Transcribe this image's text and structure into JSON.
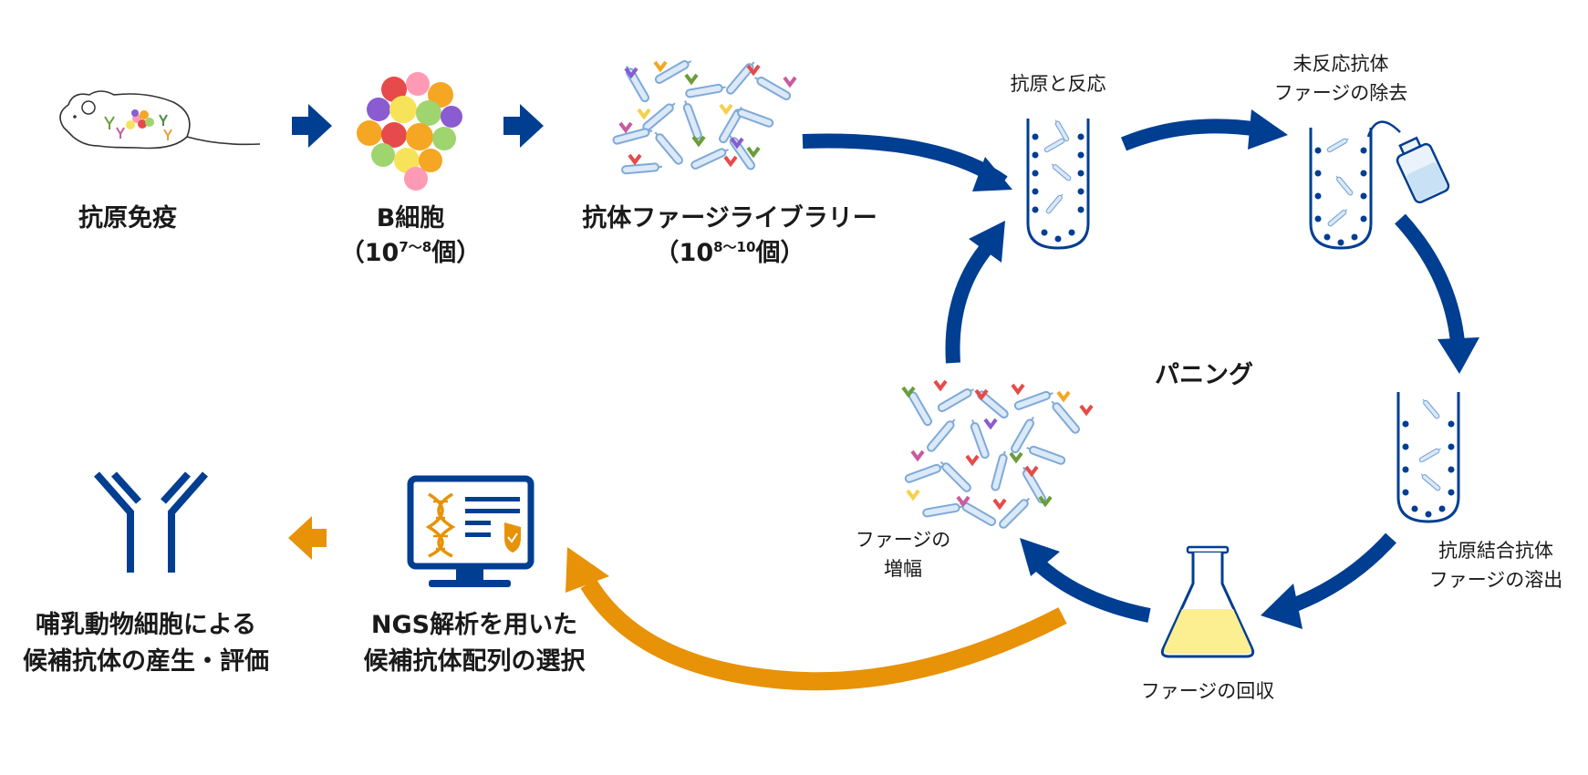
{
  "colors": {
    "navy": "#003e92",
    "orange": "#e79207",
    "text": "#1a1a1a",
    "liquid": "#fbef91"
  },
  "icons": [
    "mouse-icon",
    "b-cell-cluster-icon",
    "phage-library-icon",
    "test-tube-icon",
    "wash-bottle-icon",
    "flask-icon",
    "dna-monitor-icon",
    "antibody-icon"
  ],
  "steps": {
    "immunization": {
      "label": "抗原免疫"
    },
    "bcell": {
      "label": "B細胞",
      "count_prefix": "（10",
      "count_exp": "7〜8",
      "count_suffix": "個）"
    },
    "library": {
      "label": "抗体ファージライブラリー",
      "count_prefix": "（10",
      "count_exp": "8〜10",
      "count_suffix": "個）"
    },
    "reaction": {
      "label": "抗原と反応"
    },
    "wash": {
      "line1": "未反応抗体",
      "line2": "ファージの除去"
    },
    "elution": {
      "line1": "抗原結合抗体",
      "line2": "ファージの溶出"
    },
    "recovery": {
      "label": "ファージの回収"
    },
    "amplification": {
      "line1": "ファージの",
      "line2": "増幅"
    },
    "panning": {
      "label": "パニング"
    },
    "ngs": {
      "line1": "NGS解析を用いた",
      "line2": "候補抗体配列の選択"
    },
    "production": {
      "line1": "哺乳動物細胞による",
      "line2": "候補抗体の産生・評価"
    }
  }
}
